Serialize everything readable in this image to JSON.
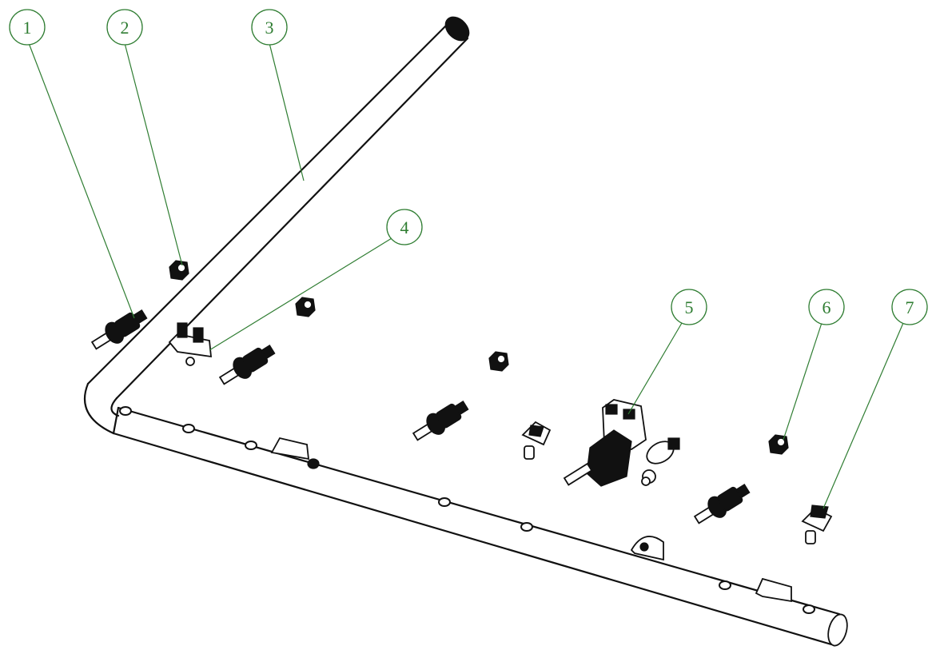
{
  "diagram": {
    "callouts": [
      {
        "label": "1"
      },
      {
        "label": "2"
      },
      {
        "label": "3"
      },
      {
        "label": "4"
      },
      {
        "label": "5"
      },
      {
        "label": "6"
      },
      {
        "label": "7"
      }
    ],
    "line_color": "#2f7d32",
    "ink_color": "#111111"
  }
}
